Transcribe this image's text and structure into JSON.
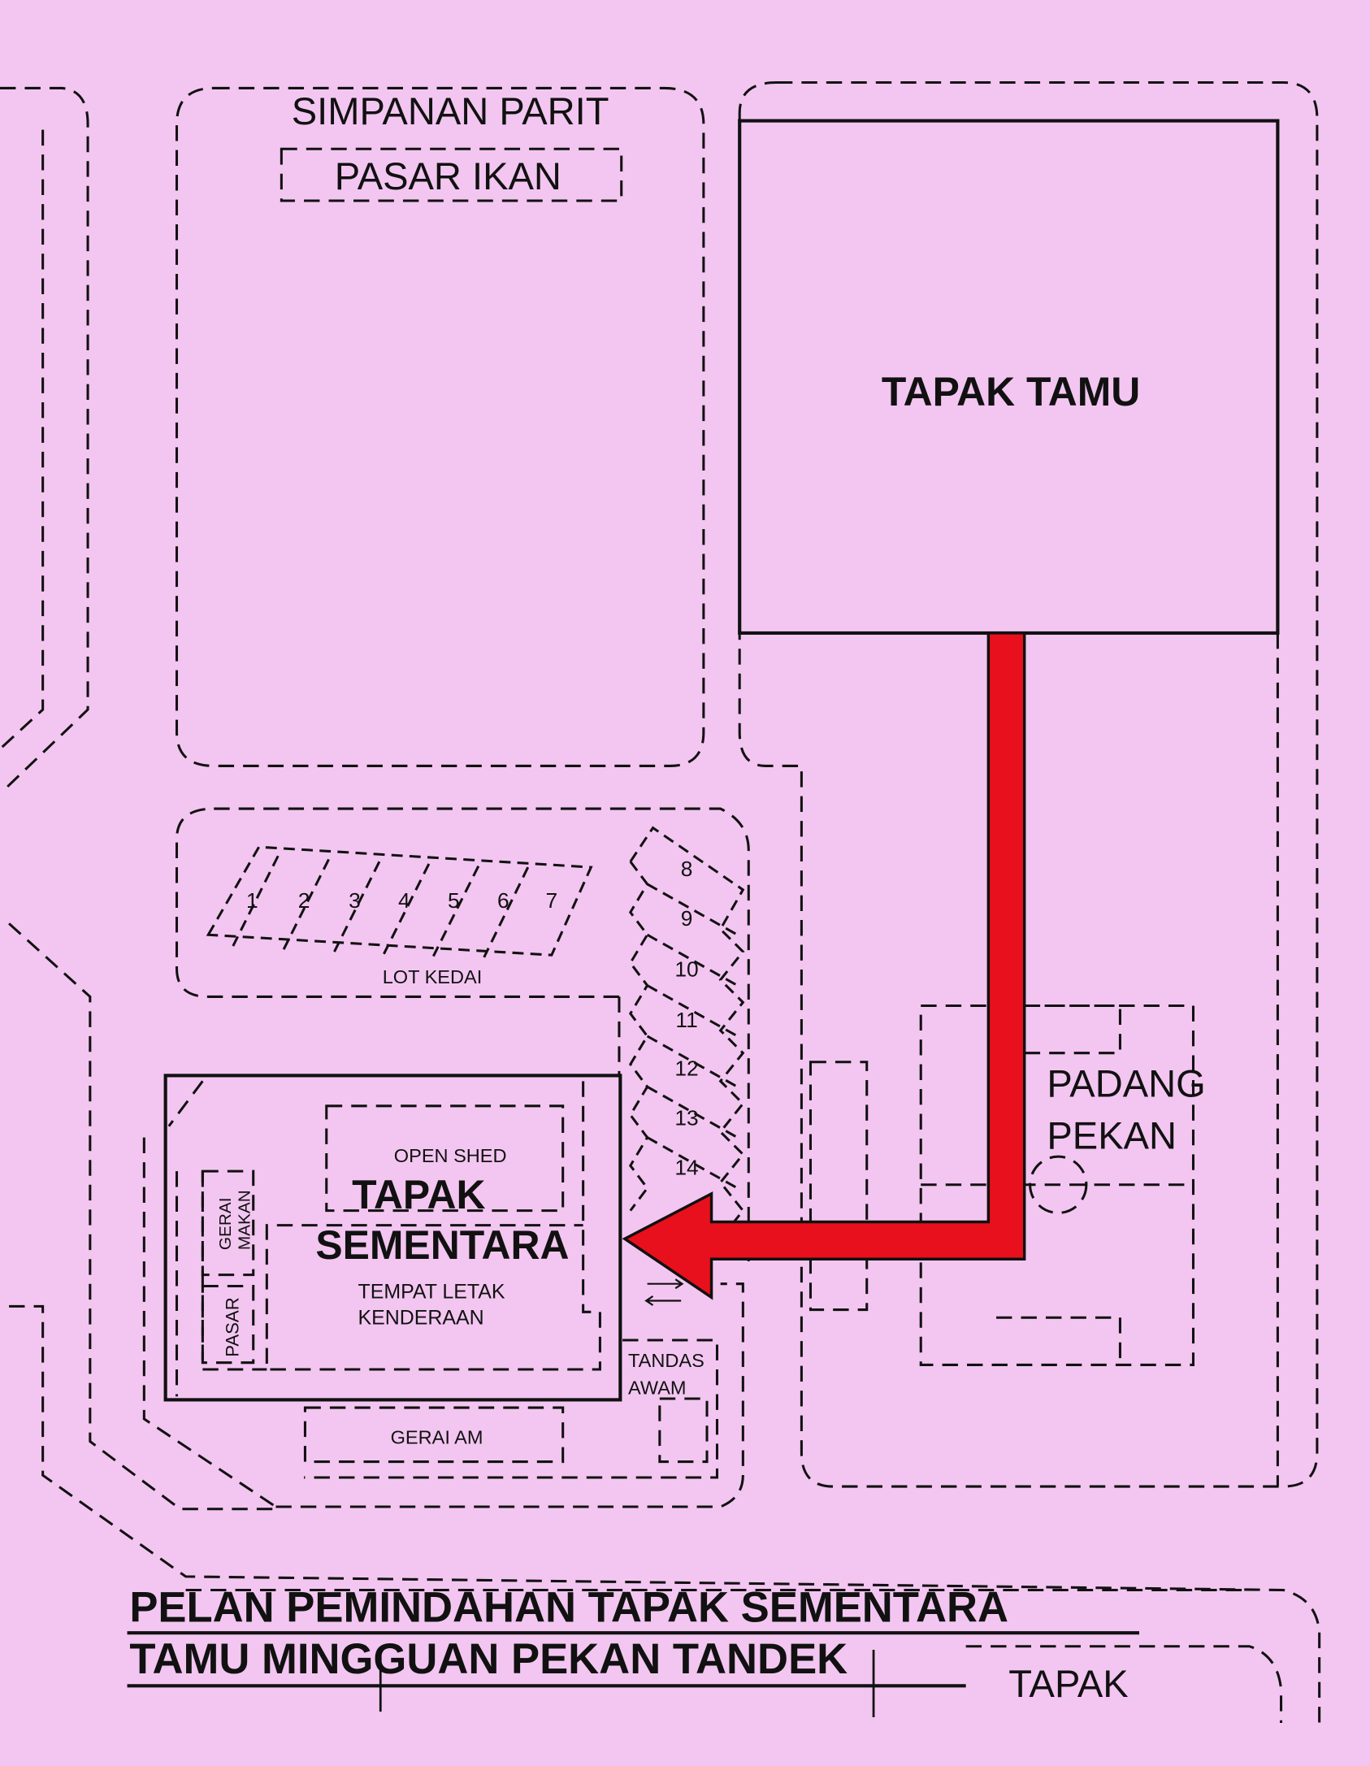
{
  "map": {
    "title_line1": "PELAN PEMINDAHAN TAPAK SEMENTARA",
    "title_line2": "TAMU MINGGUAN PEKAN TANDEK",
    "labels": {
      "simpanan_parit": "SIMPANAN PARIT",
      "pasar_ikan": "PASAR IKAN",
      "tapak_tamu": "TAPAK TAMU",
      "lot_kedai": "LOT KEDAI",
      "open_shed": "OPEN SHED",
      "tapak": "TAPAK",
      "sementara": "SEMENTARA",
      "tempat_letak": "TEMPAT LETAK",
      "kenderaan": "KENDERAAN",
      "gerai": "GERAI",
      "makan": "MAKAN",
      "pasar": "PASAR",
      "gerai_am": "GERAI AM",
      "tandas": "TANDAS",
      "awam": "AWAM",
      "padang": "PADANG",
      "pekan": "PEKAN",
      "tapak_bottom": "TAPAK"
    },
    "lots_row": [
      "1",
      "2",
      "3",
      "4",
      "5",
      "6",
      "7"
    ],
    "lots_column": [
      "8",
      "9",
      "10",
      "11",
      "12",
      "13",
      "14"
    ],
    "colors": {
      "background": "#f3c6f1",
      "arrow": "#e8101c"
    }
  }
}
